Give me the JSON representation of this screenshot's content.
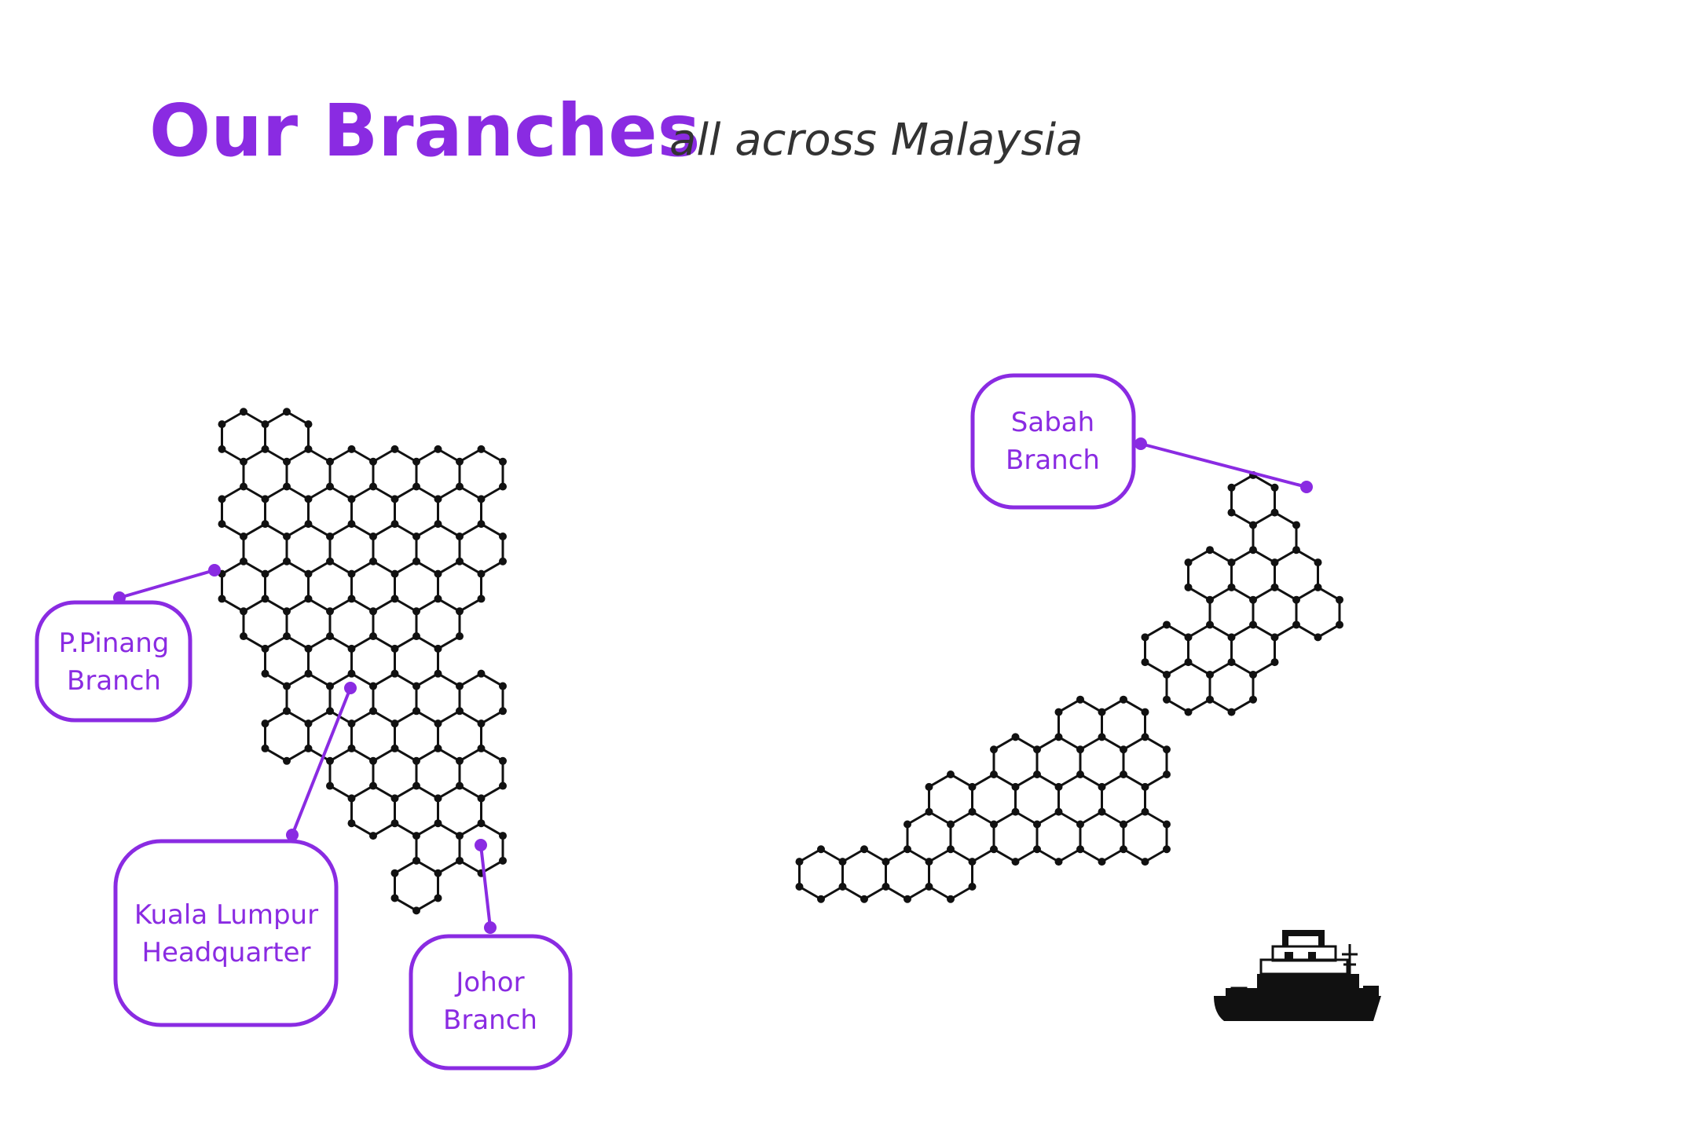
{
  "header": {
    "title": "Our Branches",
    "subtitle": "all across Malaysia"
  },
  "colors": {
    "accent": "#8a2be2",
    "subtitle": "#333333",
    "network": "#111111",
    "ship": "#111111"
  },
  "branches": [
    {
      "id": "penang",
      "line1": "P.Pinang",
      "line2": "Branch"
    },
    {
      "id": "kl",
      "line1": "Kuala Lumpur",
      "line2": "Headquarter"
    },
    {
      "id": "johor",
      "line1": "Johor",
      "line2": "Branch"
    },
    {
      "id": "sabah",
      "line1": "Sabah",
      "line2": "Branch"
    }
  ],
  "icons": {
    "ship": "cargo-ship-icon"
  }
}
